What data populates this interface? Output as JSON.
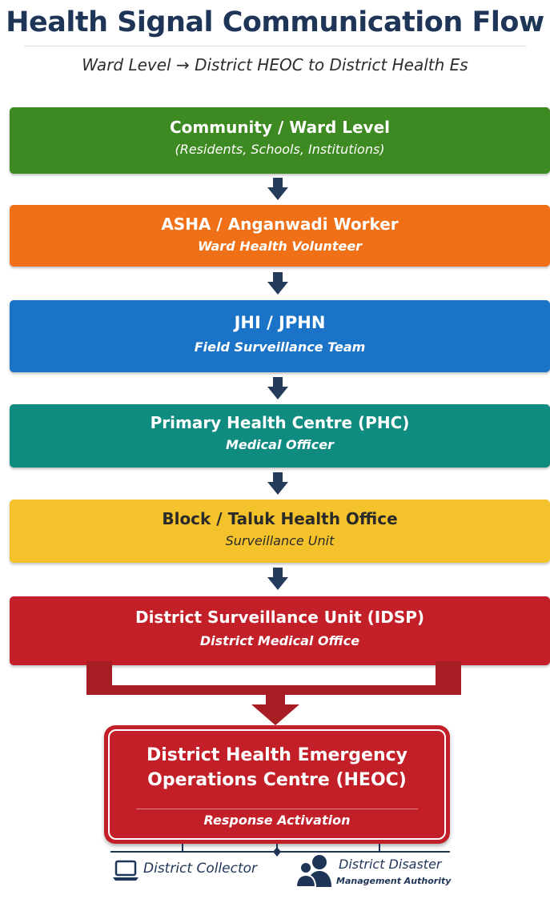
{
  "title": "Health Signal Communication Flow",
  "subtitle": "Ward Level → District HEOC to District Health Es",
  "steps": [
    {
      "label": "Community / Ward Level",
      "sublabel": "(Residents, Schools, Institutions)",
      "color": "#3e8a22"
    },
    {
      "label": "ASHA / Anganwadi Worker",
      "sublabel": "Ward Health Volunteer",
      "color": "#f07018"
    },
    {
      "label": "JHI / JPHN",
      "sublabel": "Field Surveillance Team",
      "color": "#1a73c6"
    },
    {
      "label": "Primary Health Centre (PHC)",
      "sublabel": "Medical Officer",
      "color": "#0f8b80"
    },
    {
      "label": "Block / Taluk Health Office",
      "sublabel": "Surveillance Unit",
      "color": "#f4c32b"
    },
    {
      "label": "District Surveillance Unit (IDSP)",
      "sublabel": "District Medical Office",
      "color": "#c21f28"
    }
  ],
  "heoc": {
    "line1": "District Health Emergency",
    "line2": "Operations Centre (HEOC)",
    "sublabel": "Response Activation",
    "color": "#c21f28"
  },
  "footer": {
    "collector": {
      "label": "District Collector",
      "icon": "laptop-icon"
    },
    "disaster": {
      "label_line1": "District Disaster",
      "label_line2": "Management Authority",
      "icon": "people-icon"
    }
  },
  "colors": {
    "title": "#1f3557",
    "arrow": "#243b5c",
    "connector": "#a61d24"
  }
}
